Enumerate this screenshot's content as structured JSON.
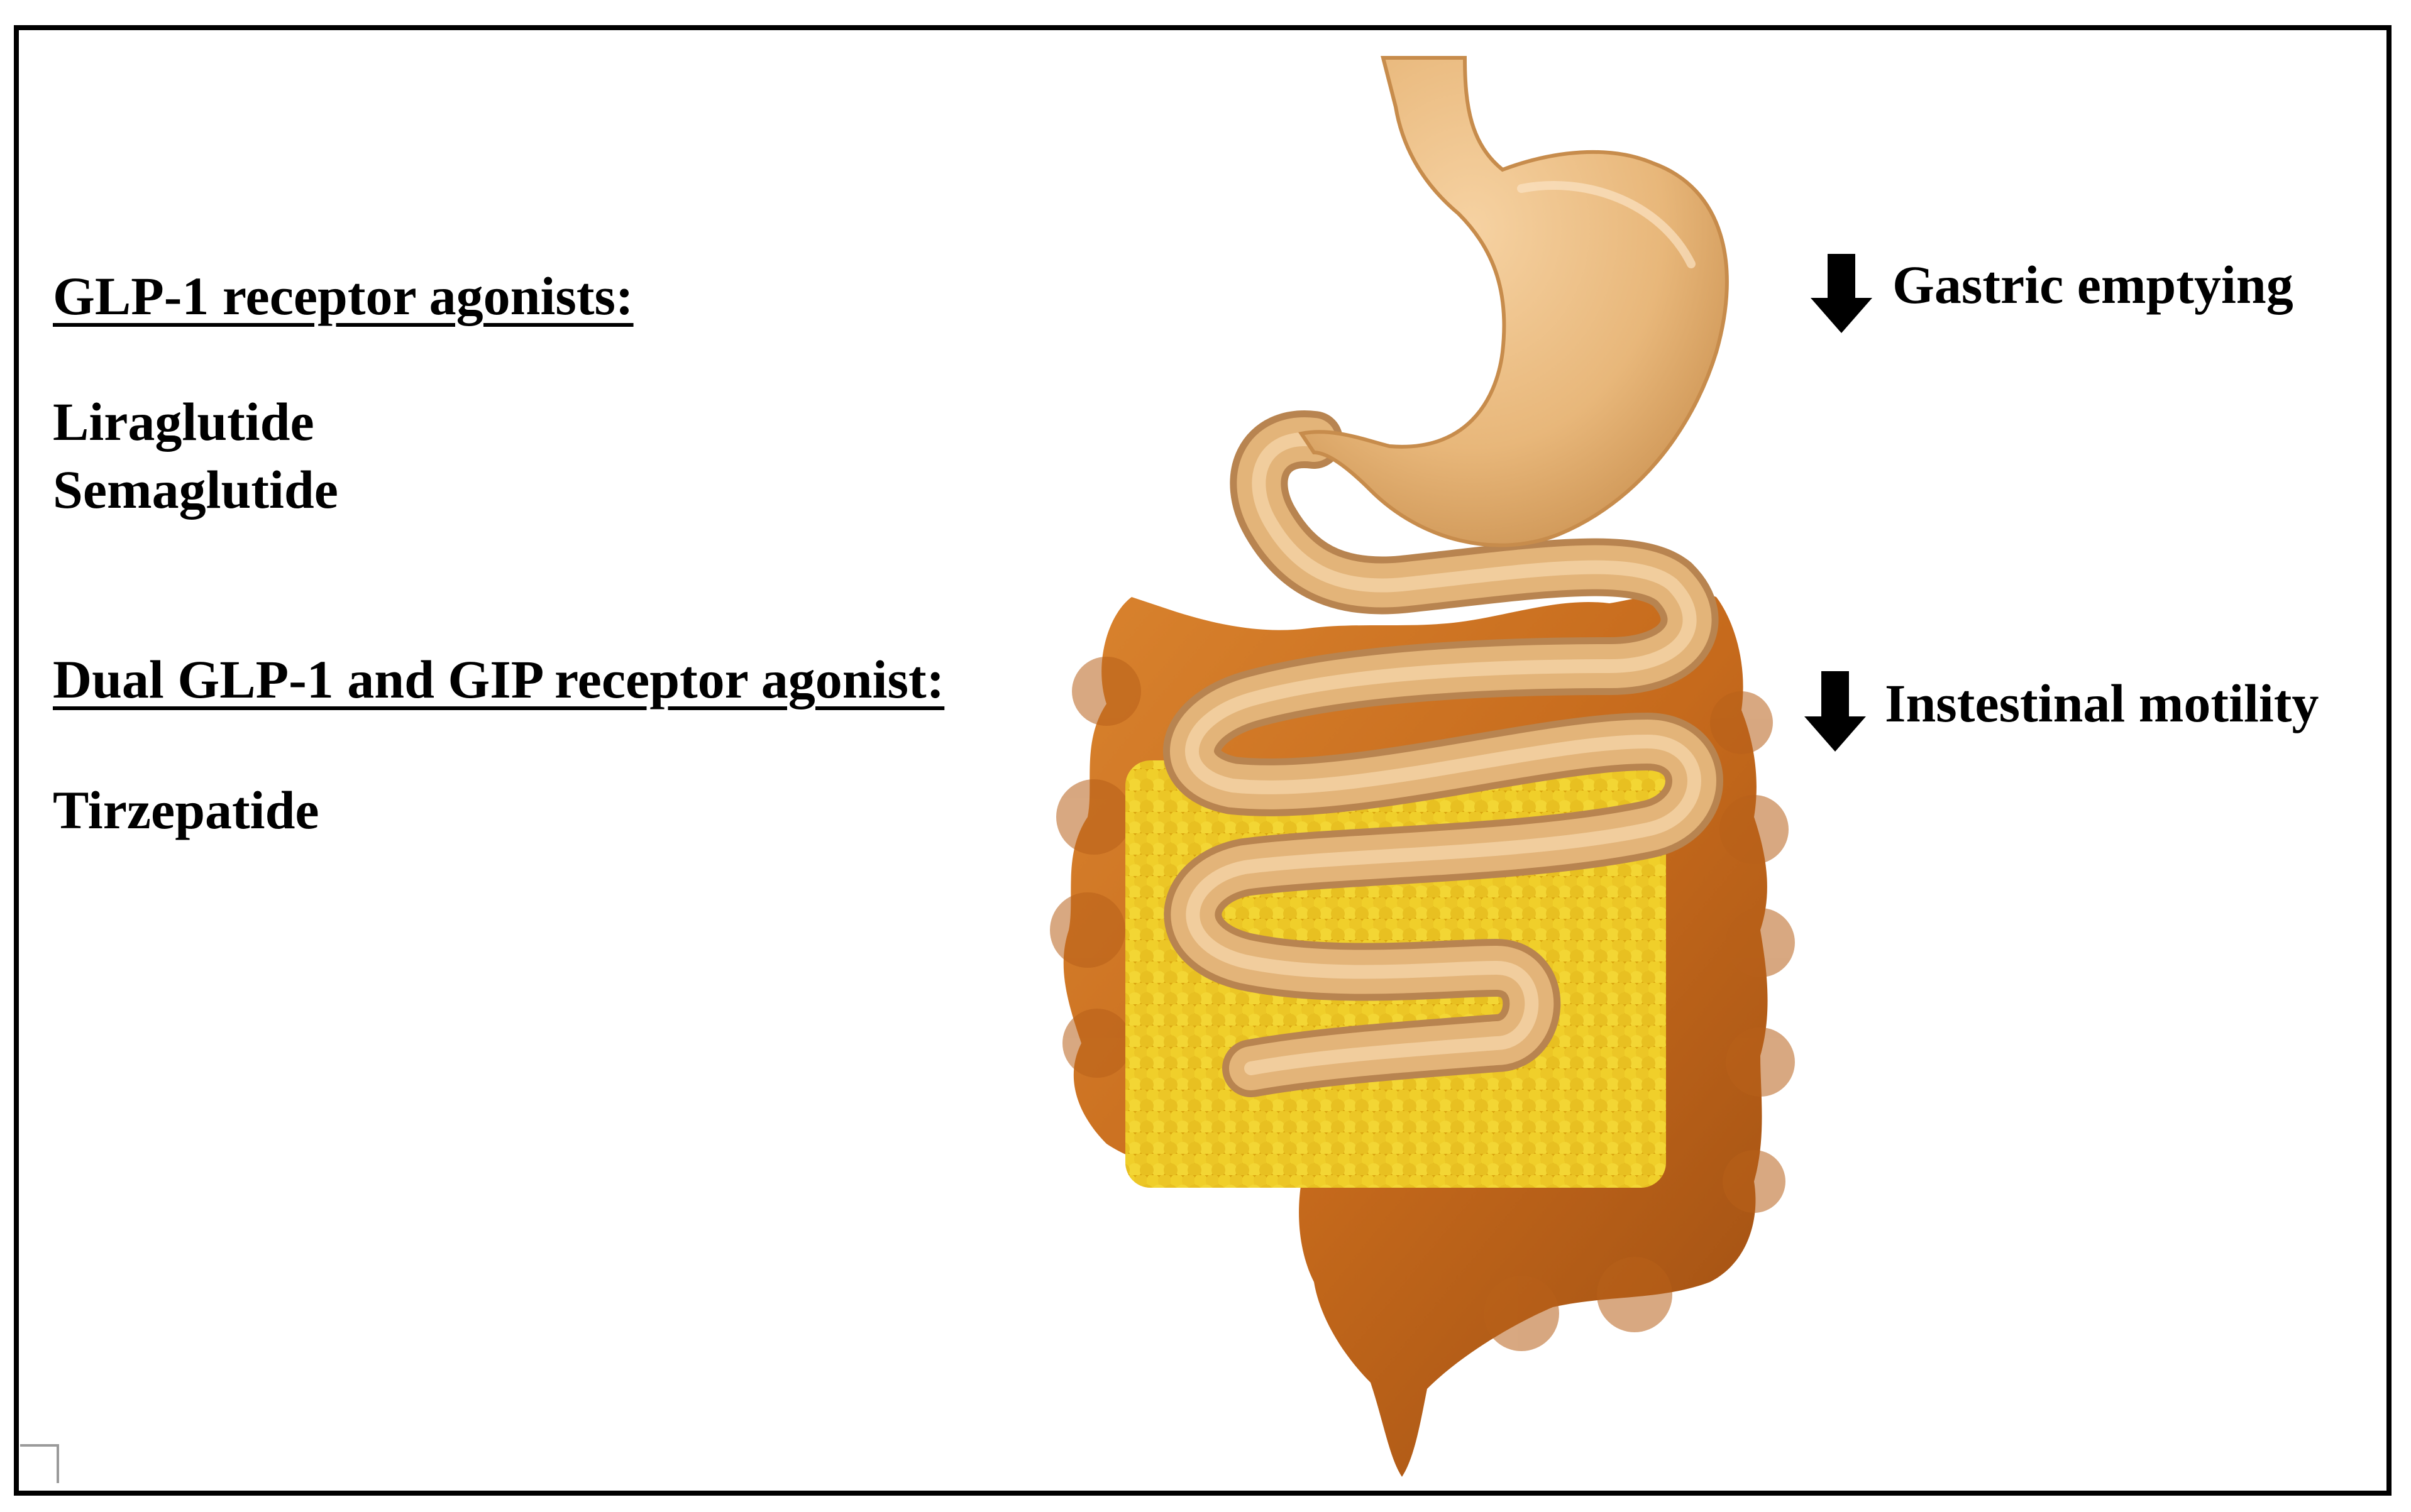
{
  "left_panel": {
    "glp1_heading": "GLP-1 receptor agonists:",
    "glp1_drugs": [
      "Liraglutide",
      "Semaglutide"
    ],
    "dual_heading": "Dual GLP-1 and GIP receptor agonist:",
    "dual_drugs": [
      "Tirzepatide"
    ]
  },
  "effects": [
    {
      "icon": "down-arrow-icon",
      "label": "Gastric emptying"
    },
    {
      "icon": "down-arrow-icon",
      "label": "Instestinal motility"
    }
  ],
  "illustration": {
    "subject": "digestive-tract",
    "colors": {
      "stomach": "#e8b77a",
      "small_intestine": "#e3b479",
      "large_intestine": "#c66a1c",
      "mesentery_fat": "#e3bb1e"
    }
  }
}
